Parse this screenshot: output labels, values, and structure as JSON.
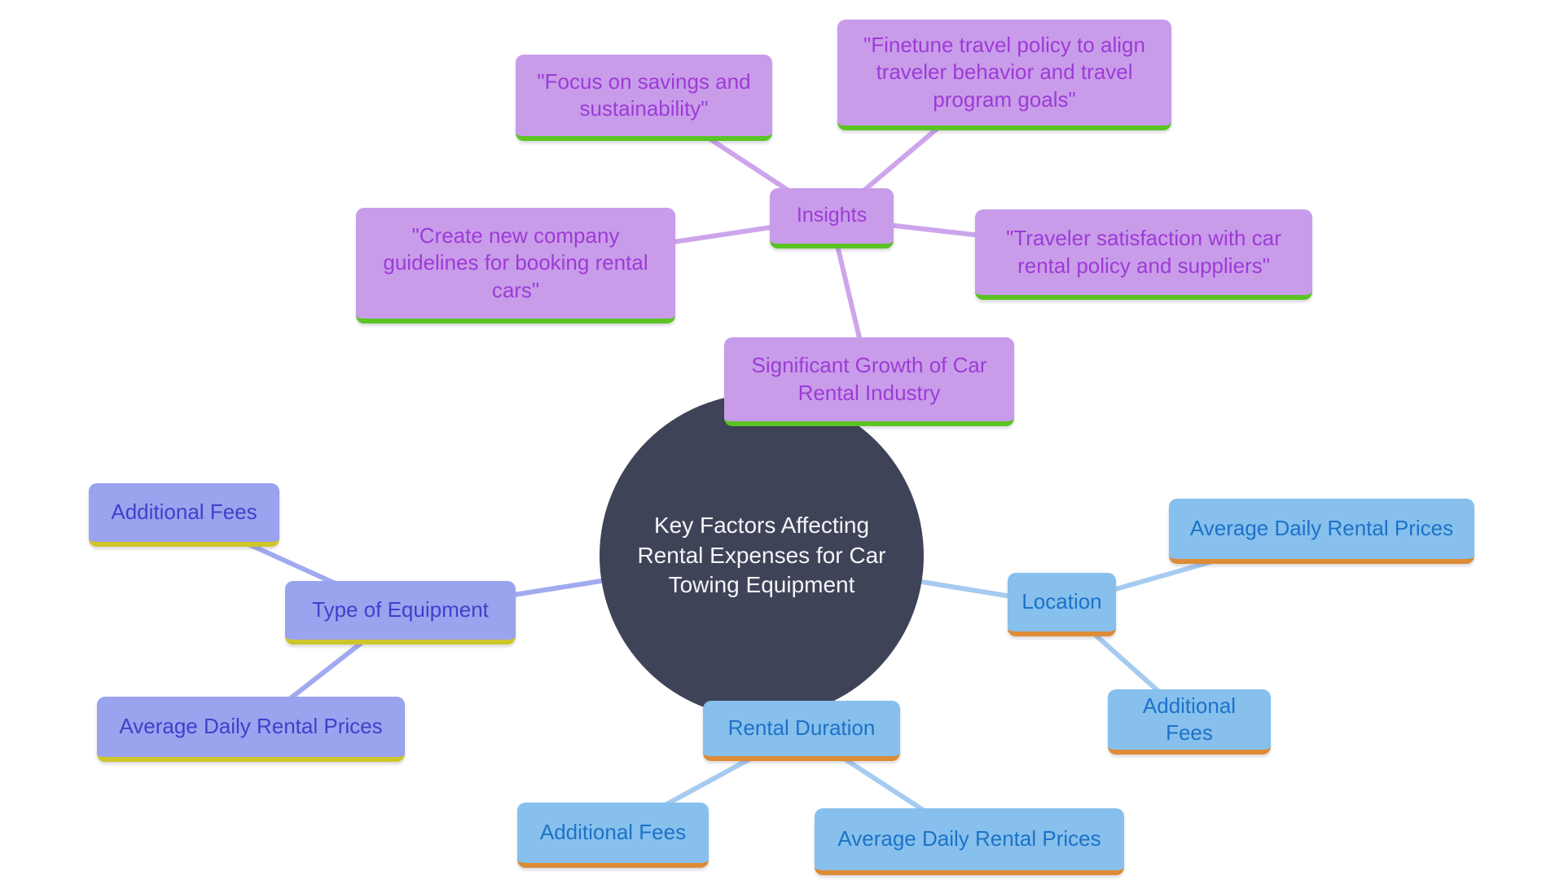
{
  "diagram": {
    "type": "mind-map",
    "background": "#FFFFFF",
    "colors": {
      "central_fill": "#3E4358",
      "central_text": "#F4F5F8",
      "purple_branch": {
        "node_bg": "#C99CEA",
        "text": "#9D3BD6",
        "underline": "#5BC424",
        "line": "#CDA5EC"
      },
      "periwinkle_branch": {
        "node_bg": "#9AA3EE",
        "text": "#3F40CB",
        "underline": "#CFC52B",
        "line": "#A1AAEF"
      },
      "blue_branch": {
        "node_bg": "#87C0EC",
        "text": "#1D72C8",
        "underline": "#DD8B36",
        "line": "#A6CBF0"
      }
    },
    "nodes": {
      "center": {
        "label": "Key Factors Affecting Rental Expenses for Car Towing Equipment"
      },
      "insights": {
        "label": "Insights"
      },
      "focus_savings": {
        "label": "\"Focus on savings and sustainability\""
      },
      "finetune_policy": {
        "label": "\"Finetune travel policy to align traveler behavior and travel program goals\""
      },
      "create_guidelines": {
        "label": "\"Create new company guidelines for booking rental cars\""
      },
      "traveler_satisfaction": {
        "label": "\"Traveler satisfaction with car rental policy and suppliers\""
      },
      "significant_growth": {
        "label": "Significant Growth of Car Rental Industry"
      },
      "type_of_equipment": {
        "label": "Type of Equipment"
      },
      "equip_additional_fees": {
        "label": "Additional Fees"
      },
      "equip_avg_daily": {
        "label": "Average Daily Rental Prices"
      },
      "location": {
        "label": "Location"
      },
      "loc_avg_daily": {
        "label": "Average Daily Rental Prices"
      },
      "loc_additional_fees": {
        "label": "Additional Fees"
      },
      "rental_duration": {
        "label": "Rental Duration"
      },
      "dur_additional_fees": {
        "label": "Additional Fees"
      },
      "dur_avg_daily": {
        "label": "Average Daily Rental Prices"
      }
    }
  }
}
